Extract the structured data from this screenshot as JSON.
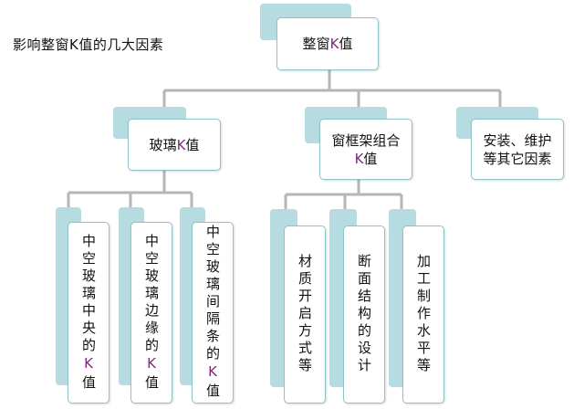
{
  "page_title": "影响整窗K值的几大因素",
  "colors": {
    "box_border": "#8fc3c9",
    "box_shadow": "#b6dbe0",
    "connector": "#b6b6b6",
    "k_letter": "#7a2a78"
  },
  "root": {
    "label": "整窗K值"
  },
  "level1": [
    {
      "id": "glass",
      "label": "玻璃K值"
    },
    {
      "id": "frame",
      "label_line1": "窗框架组合",
      "label_line2": "K值"
    },
    {
      "id": "other",
      "label_line1": "安装、维护",
      "label_line2": "等其它因素"
    }
  ],
  "glass_children": [
    {
      "label": "中空玻璃中央的K值"
    },
    {
      "label": "中空玻璃边缘的K值"
    },
    {
      "label": "中空玻璃间隔条的K值"
    }
  ],
  "frame_children": [
    {
      "label": "材质开启方式等"
    },
    {
      "label": "断面结构的设计"
    },
    {
      "label": "加工制作水平等"
    }
  ]
}
